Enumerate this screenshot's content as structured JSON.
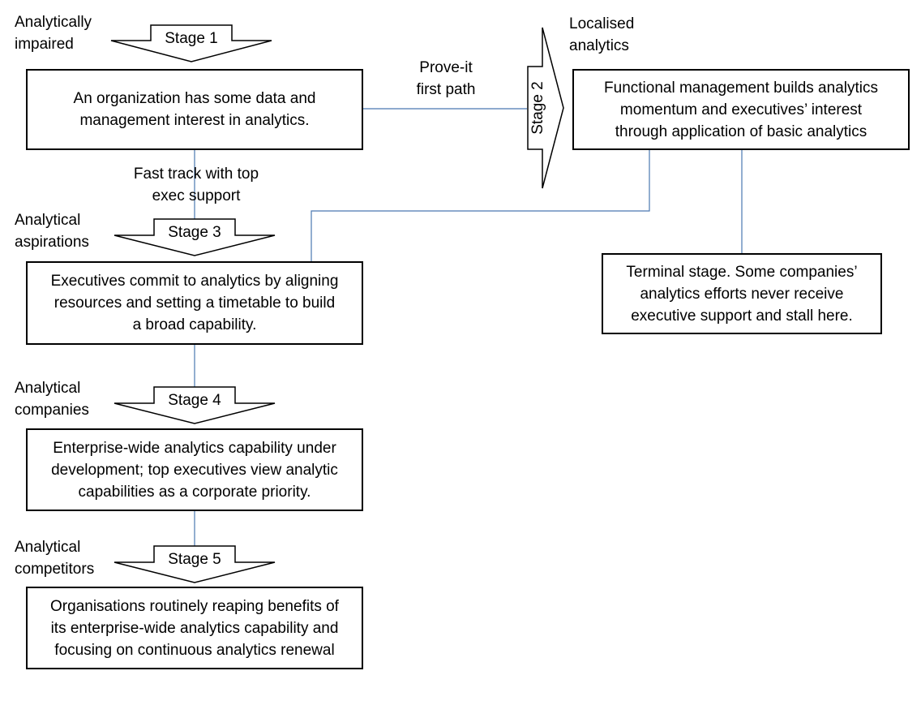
{
  "levels": {
    "l1": [
      "Analytically",
      "impaired"
    ],
    "l2": [
      "Localised",
      "analytics"
    ],
    "l3": [
      "Analytical",
      "aspirations"
    ],
    "l4": [
      "Analytical",
      "companies"
    ],
    "l5": [
      "Analytical",
      "competitors"
    ]
  },
  "stages": {
    "s1": "Stage 1",
    "s2": "Stage 2",
    "s3": "Stage 3",
    "s4": "Stage 4",
    "s5": "Stage 5"
  },
  "boxes": {
    "b1": [
      "An organization has some data and",
      "management interest in analytics."
    ],
    "b2": [
      "Functional management builds analytics",
      "momentum and executives’ interest",
      "through application of basic analytics"
    ],
    "b3": [
      "Executives commit to analytics by aligning",
      "resources and setting a timetable to build",
      "a broad capability."
    ],
    "b4": [
      "Enterprise-wide analytics capability under",
      "development; top executives view analytic",
      "capabilities as a corporate priority."
    ],
    "b5": [
      "Organisations routinely reaping benefits of",
      "its enterprise-wide analytics capability and",
      "focusing on continuous analytics renewal"
    ],
    "terminal": [
      "Terminal stage. Some companies’",
      "analytics efforts never receive",
      "executive support and stall here."
    ]
  },
  "paths": {
    "prove": [
      "Prove-it",
      "first path"
    ],
    "fast": [
      "Fast track with top",
      "exec support"
    ]
  }
}
